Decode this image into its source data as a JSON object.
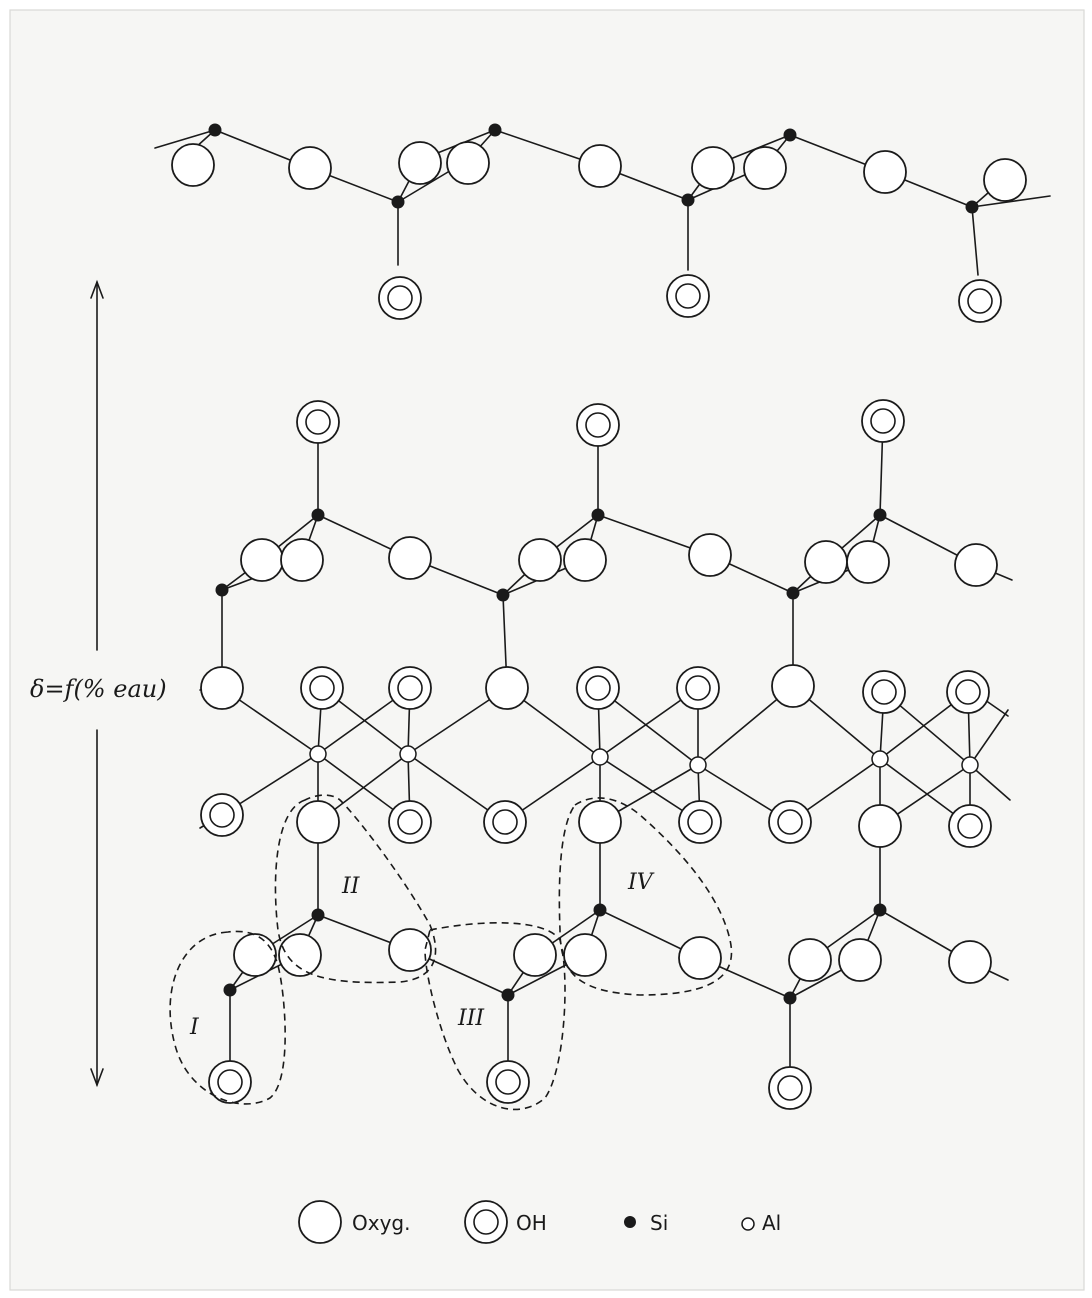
{
  "dimension_label": "δ=f(% eau)",
  "regions": [
    "I",
    "II",
    "III",
    "IV"
  ],
  "legend": [
    {
      "symbol": "oxygen",
      "label": "Oxyg."
    },
    {
      "symbol": "hydroxyl",
      "label": "OH"
    },
    {
      "symbol": "silicon",
      "label": "Si"
    },
    {
      "symbol": "aluminium",
      "label": "Al"
    }
  ]
}
